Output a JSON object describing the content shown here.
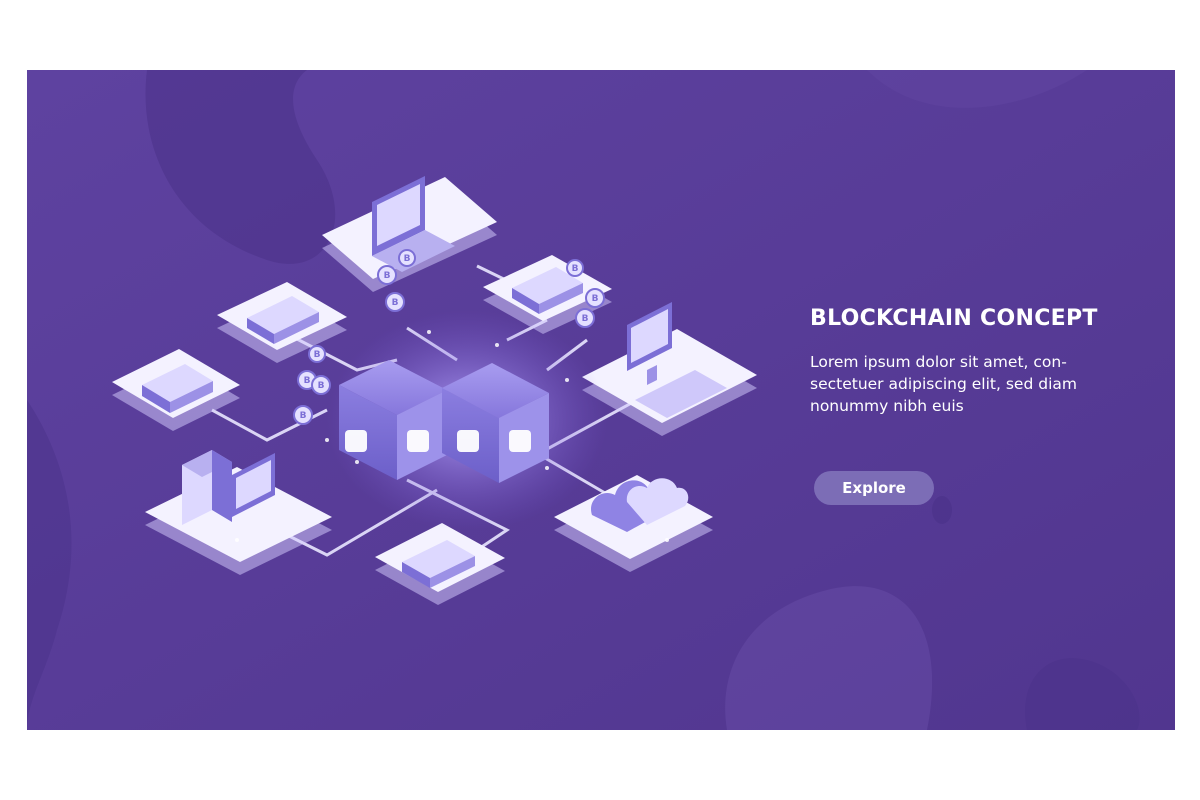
{
  "banner": {
    "title": "BLOCKCHAIN CONCEPT",
    "description": "Lorem ipsum dolor sit amet, con-sectetuer adipiscing elit, sed diam nonummy nibh euis",
    "cta_label": "Explore"
  },
  "colors": {
    "background": "#5b3f9a",
    "background_dark": "#4d3590",
    "blob": "#6a4fab",
    "platform": "#f2efff",
    "accent": "#7c6db6"
  },
  "icons": {
    "coin": "bitcoin-coin-icon",
    "block": "blockchain-block-icon",
    "cloud": "cloud-icon",
    "laptop": "laptop-icon",
    "monitor": "desktop-monitor-icon",
    "server": "server-icon",
    "tower": "pc-tower-icon"
  }
}
